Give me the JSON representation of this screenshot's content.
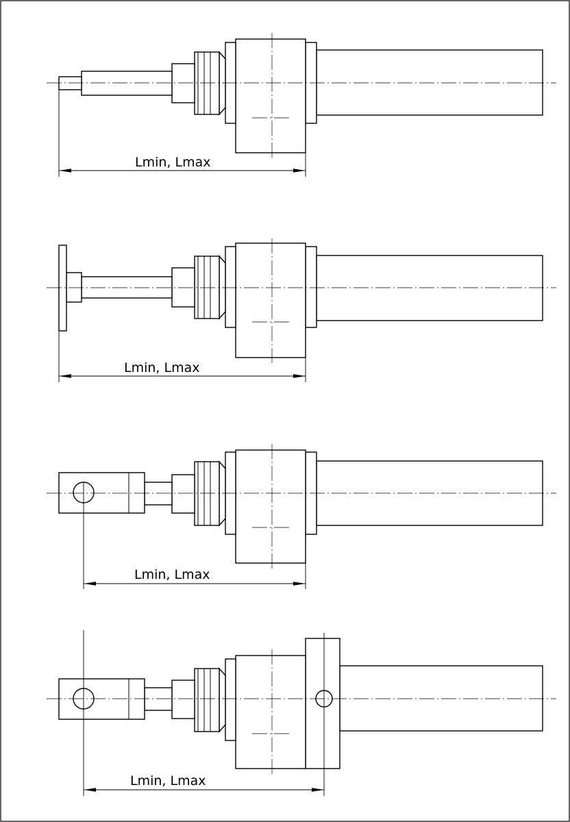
{
  "drawings": [
    {
      "id": "rod-end-plain",
      "dimension_label": "Lmin, Lmax"
    },
    {
      "id": "rod-end-flange",
      "dimension_label": "Lmin, Lmax"
    },
    {
      "id": "rod-end-clevis",
      "dimension_label": "Lmin, Lmax"
    },
    {
      "id": "rod-end-clevis-trunnion",
      "dimension_label": "Lmin, Lmax"
    }
  ]
}
